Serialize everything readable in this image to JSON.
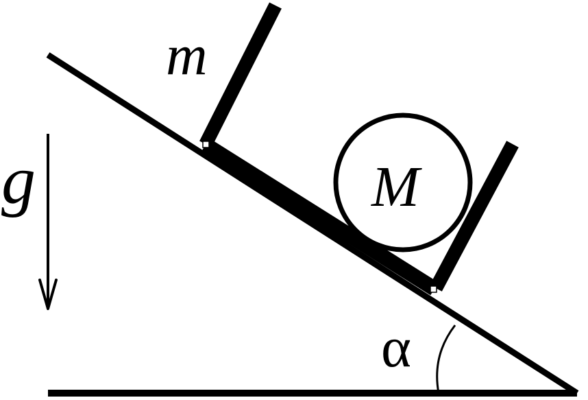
{
  "labels": {
    "mass_m": "m",
    "mass_M": "M",
    "gravity": "g",
    "angle": "α"
  },
  "colors": {
    "ink": "#000000",
    "background": "#ffffff"
  }
}
